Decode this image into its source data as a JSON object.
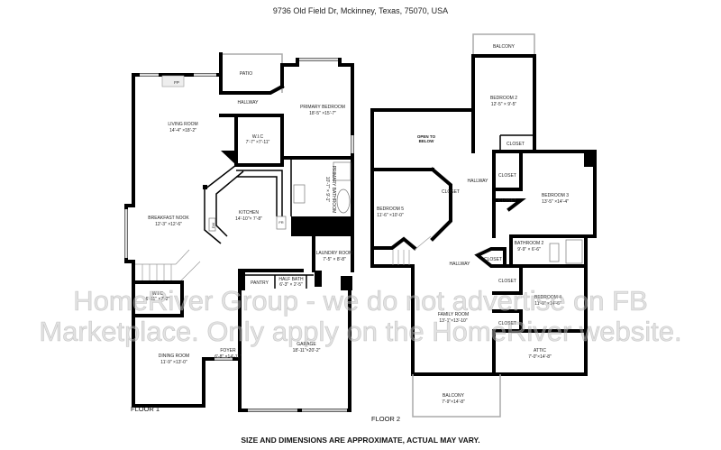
{
  "title": "9736 Old Field Dr, Mckinney, Texas, 75070, USA",
  "footer": "SIZE AND DIMENSIONS ARE APPROXIMATE, ACTUAL MAY VARY.",
  "watermark": {
    "line1": "HomeRiver Group - we do not advertise on FB",
    "line2": "Marketplace. Only apply on the HomeRiver website."
  },
  "floor1": {
    "label": "FLOOR 1",
    "rooms": [
      {
        "name": "PATIO",
        "dims": ""
      },
      {
        "name": "HALLWAY",
        "dims": ""
      },
      {
        "name": "PRIMARY BEDROOM",
        "dims": "18'-5\" ×15'-7\""
      },
      {
        "name": "LIVING ROOM",
        "dims": "14'-4\" ×18'-2\""
      },
      {
        "name": "W.I.C",
        "dims": "7'-7\" ×7'-11\""
      },
      {
        "name": "PRIMARY BATHROOM",
        "dims": "10'-7\" × 9'-1\""
      },
      {
        "name": "KITCHEN",
        "dims": "14'-10\"× 7'-8\""
      },
      {
        "name": "BREAKFAST NOOK",
        "dims": "12'-3\" ×12'-6\""
      },
      {
        "name": "LAUNDRY ROOM",
        "dims": "7'-5\" × 8'-8\""
      },
      {
        "name": "PANTRY",
        "dims": ""
      },
      {
        "name": "HALF BATH",
        "dims": "6'-3\" × 2'-5\""
      },
      {
        "name": "W.I.C",
        "dims": "6'-11\" ×7'-2\""
      },
      {
        "name": "DINING ROOM",
        "dims": "11'-9\" ×13'-0\""
      },
      {
        "name": "FOYER",
        "dims": "6'-8\" ×14'-11\""
      },
      {
        "name": "GARAGE",
        "dims": "18'-11\"×20'-2\""
      }
    ],
    "fixtures": {
      "fireplace": "FP",
      "dishwasher": "DW",
      "refrigerator": "FR"
    }
  },
  "floor2": {
    "label": "FLOOR 2",
    "rooms": [
      {
        "name": "BALCONY",
        "dims": ""
      },
      {
        "name": "BEDROOM 2",
        "dims": "12'-5\" × 9'-5\""
      },
      {
        "name": "OPEN TO",
        "dims": "BELOW"
      },
      {
        "name": "CLOSET",
        "dims": ""
      },
      {
        "name": "HALLWAY",
        "dims": ""
      },
      {
        "name": "CLOSET",
        "dims": ""
      },
      {
        "name": "CLOSET",
        "dims": ""
      },
      {
        "name": "CLOSET",
        "dims": ""
      },
      {
        "name": "BEDROOM 3",
        "dims": "13'-5\" ×14'-4\""
      },
      {
        "name": "BEDROOM 5",
        "dims": "11'-6\" ×10'-0\""
      },
      {
        "name": "BATHROOM 2",
        "dims": "9'-9\" × 6'-6\""
      },
      {
        "name": "HALLWAY",
        "dims": ""
      },
      {
        "name": "CLOSET",
        "dims": ""
      },
      {
        "name": "CLOSET",
        "dims": ""
      },
      {
        "name": "BEDROOM 4",
        "dims": "11'-9\" ×14'-6\""
      },
      {
        "name": "FAMILY ROOM",
        "dims": "13'-1\"×13'-10\""
      },
      {
        "name": "CLOSET",
        "dims": ""
      },
      {
        "name": "ATTIC",
        "dims": "7'-0\"×14'-8\""
      },
      {
        "name": "BALCONY",
        "dims": "7'-9\"×14'-8\""
      }
    ]
  }
}
